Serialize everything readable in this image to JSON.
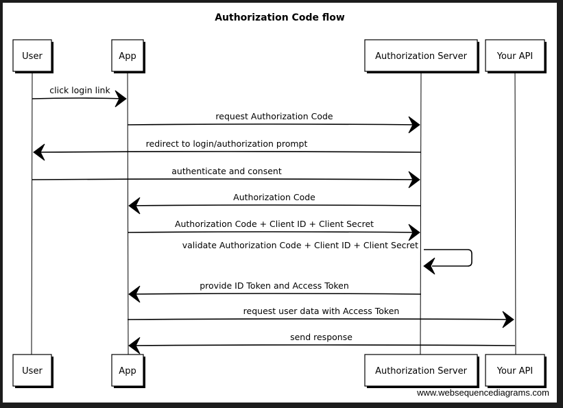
{
  "title": "Authorization Code flow",
  "participants": [
    {
      "id": "user",
      "label": "User"
    },
    {
      "id": "app",
      "label": "App"
    },
    {
      "id": "auth",
      "label": "Authorization Server"
    },
    {
      "id": "api",
      "label": "Your API"
    }
  ],
  "messages": [
    {
      "from": "user",
      "to": "app",
      "label": "click login link"
    },
    {
      "from": "app",
      "to": "auth",
      "label": "request Authorization Code"
    },
    {
      "from": "auth",
      "to": "user",
      "label": "redirect to login/authorization prompt"
    },
    {
      "from": "user",
      "to": "auth",
      "label": "authenticate and consent"
    },
    {
      "from": "auth",
      "to": "app",
      "label": "Authorization Code"
    },
    {
      "from": "app",
      "to": "auth",
      "label": "Authorization Code + Client ID + Client Secret"
    },
    {
      "from": "auth",
      "to": "auth",
      "label": "validate Authorization Code + Client ID + Client Secret"
    },
    {
      "from": "auth",
      "to": "app",
      "label": "provide ID Token and Access Token"
    },
    {
      "from": "app",
      "to": "api",
      "label": "request user data with Access Token"
    },
    {
      "from": "api",
      "to": "app",
      "label": "send response"
    }
  ],
  "watermark": "www.websequencediagrams.com"
}
